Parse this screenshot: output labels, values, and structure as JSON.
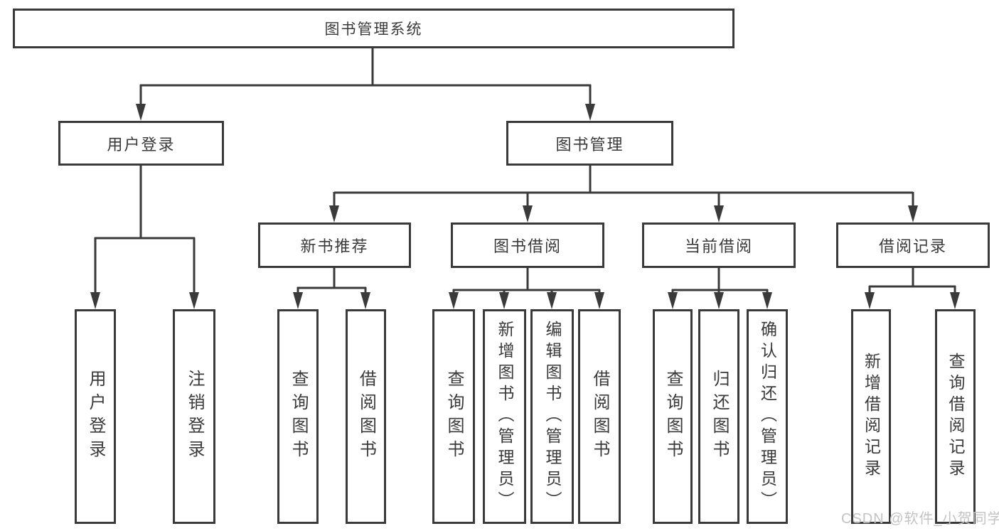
{
  "diagram": {
    "root": {
      "label": "图书管理系统"
    },
    "branches": [
      {
        "label": "用户登录",
        "children": [
          {
            "label": "用户登录"
          },
          {
            "label": "注销登录"
          }
        ]
      },
      {
        "label": "图书管理",
        "children": [
          {
            "label": "新书推荐",
            "children": [
              {
                "label": "查询图书"
              },
              {
                "label": "借阅图书"
              }
            ]
          },
          {
            "label": "图书借阅",
            "children": [
              {
                "label": "查询图书"
              },
              {
                "label": "新增图书（管理员）"
              },
              {
                "label": "编辑图书（管理员）"
              },
              {
                "label": "借阅图书"
              }
            ]
          },
          {
            "label": "当前借阅",
            "children": [
              {
                "label": "查询图书"
              },
              {
                "label": "归还图书"
              },
              {
                "label": "确认归还（管理员）"
              }
            ]
          },
          {
            "label": "借阅记录",
            "children": [
              {
                "label": "新增借阅记录"
              },
              {
                "label": "查询借阅记录"
              }
            ]
          }
        ]
      }
    ]
  },
  "watermark": {
    "text": "CSDN @软件_小贺同学"
  },
  "colors": {
    "line": "#3a3a3a",
    "text": "#3a3a3a",
    "background": "#ffffff",
    "watermark": "#c3c3c3"
  }
}
